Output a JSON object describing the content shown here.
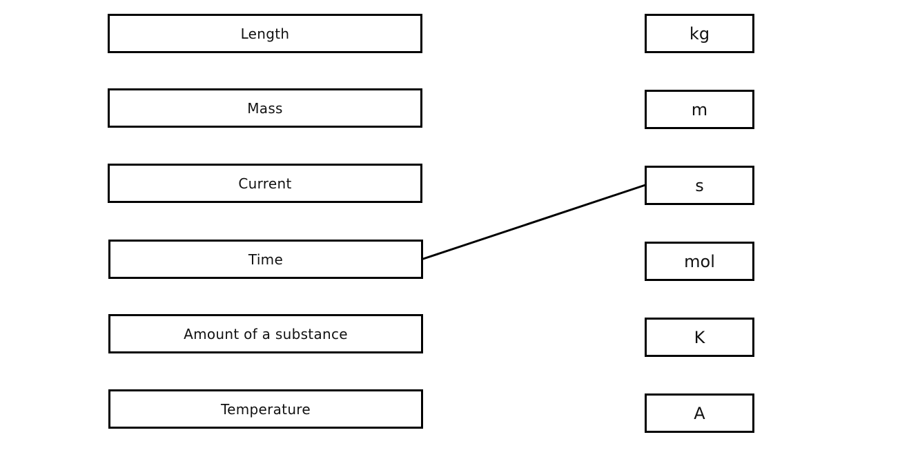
{
  "quantities": [
    {
      "label": "Length"
    },
    {
      "label": "Mass"
    },
    {
      "label": "Current"
    },
    {
      "label": "Time"
    },
    {
      "label": "Amount of a substance"
    },
    {
      "label": "Temperature"
    }
  ],
  "units": [
    {
      "label": "kg"
    },
    {
      "label": "m"
    },
    {
      "label": "s"
    },
    {
      "label": "mol"
    },
    {
      "label": "K"
    },
    {
      "label": "A"
    }
  ],
  "connections": [
    {
      "from_quantity": "Time",
      "to_unit": "s"
    }
  ],
  "colors": {
    "border": "#000000",
    "background": "#ffffff",
    "line": "#000000"
  }
}
